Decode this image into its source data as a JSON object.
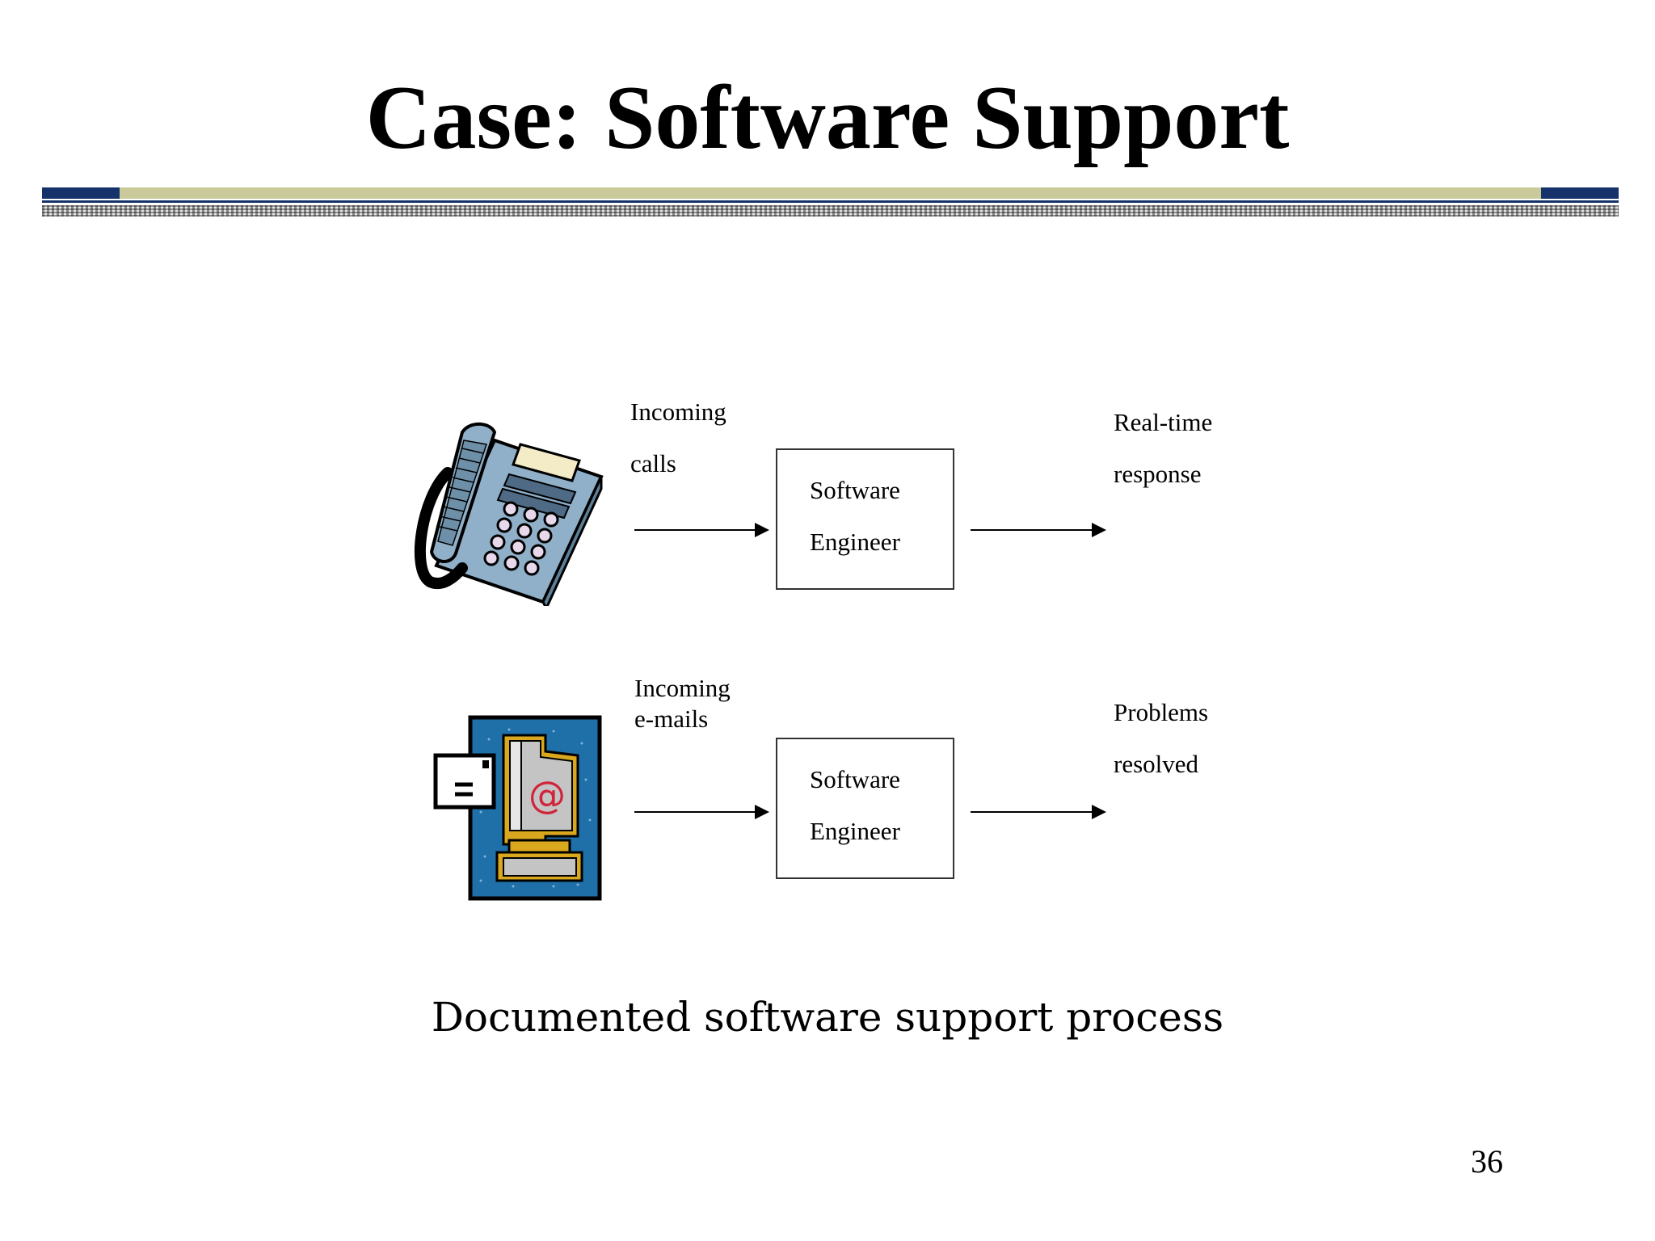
{
  "slide": {
    "title": "Case: Software Support",
    "page_number": "36",
    "caption": "Documented software support process"
  },
  "diagram": {
    "rows": [
      {
        "input_icon": "telephone-icon",
        "input_line1": "Incoming",
        "input_line2": "calls",
        "box_line1": "Software",
        "box_line2": "Engineer",
        "output_line1": "Real-time",
        "output_line2": "response"
      },
      {
        "input_icon": "email-computer-icon",
        "input_line1": "Incoming",
        "input_line2": "e-mails",
        "box_line1": "Software",
        "box_line2": "Engineer",
        "output_line1": "Problems",
        "output_line2": "resolved"
      }
    ]
  },
  "colors": {
    "rule_dark": "#15336a",
    "rule_light": "#c9c99a",
    "phone_body": "#8fb0c8",
    "email_bg": "#1f6fa8"
  }
}
